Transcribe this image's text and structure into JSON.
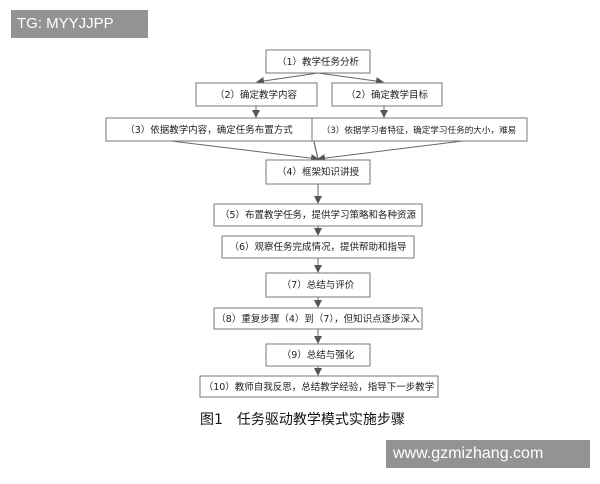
{
  "watermark_top": "TG: MYYJJPP",
  "watermark_bottom": "www.gzmizhang.com",
  "caption": "图1　任务驱动教学模式实施步骤",
  "nodes": {
    "n1": "（1）教学任务分析",
    "n2a": "（2）确定教学内容",
    "n2b": "（2）确定教学目标",
    "n3a": "（3）依据教学内容，确定任务布置方式",
    "n3b": "（3）依据学习者特征，确定学习任务的大小，难易",
    "n4": "（4）框架知识讲授",
    "n5": "（5）布置教学任务，提供学习策略和各种资源",
    "n6": "（6）观察任务完成情况，提供帮助和指导",
    "n7": "（7）总结与评价",
    "n8": "（8）重复步骤（4）到（7），但知识点逐步深入",
    "n9": "（9）总结与强化",
    "n10": "（10）教师自我反思，总结教学经验，指导下一步教学"
  }
}
